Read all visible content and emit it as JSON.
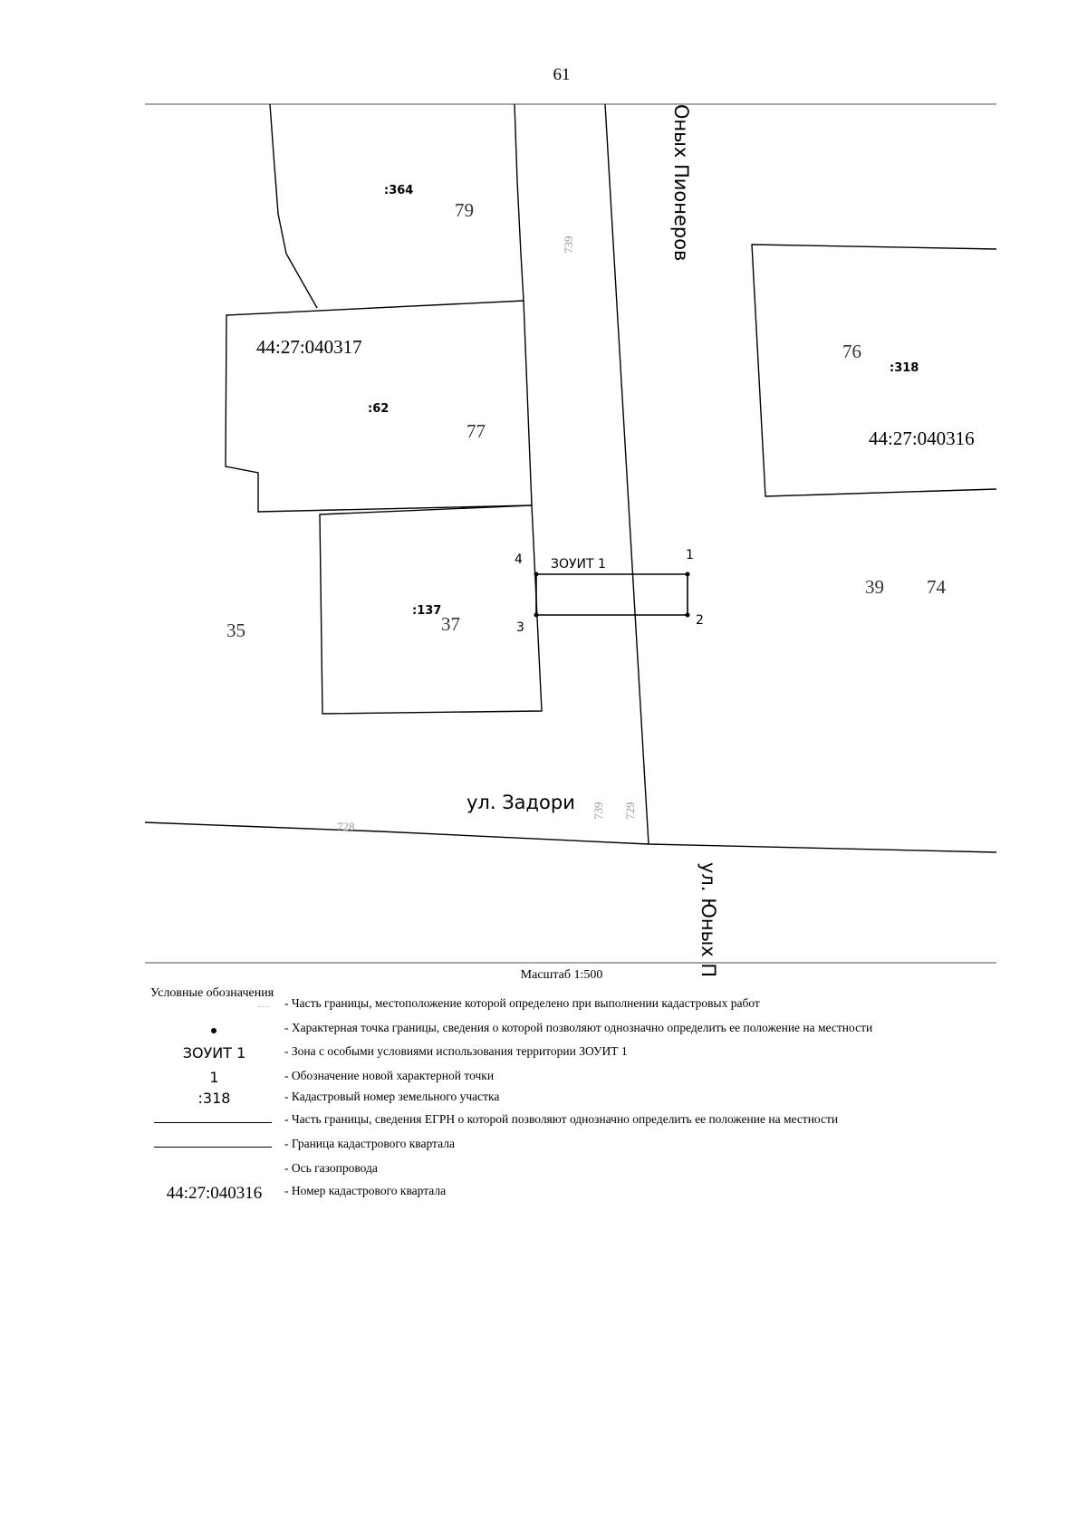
{
  "page": {
    "number": "61"
  },
  "map": {
    "colors": {
      "line": "#000000",
      "background": "#ffffff"
    },
    "streets": {
      "top": "Оных Пионеров",
      "bottom": "ул. Задори",
      "vertical_bottom": "ул. Юных П"
    },
    "quarters": {
      "left": "44:27:040317",
      "right": "44:27:040316"
    },
    "parcels": {
      "p364": {
        "cadastral": ":364",
        "house": "79"
      },
      "p62": {
        "cadastral": ":62",
        "house": "77"
      },
      "p318": {
        "cadastral": ":318",
        "house": "76"
      },
      "p137": {
        "cadastral": ":137",
        "house": "37"
      },
      "house35": "35",
      "house39": "39",
      "house74": "74"
    },
    "zone_label": "ЗОУИТ 1",
    "points": [
      "1",
      "2",
      "3",
      "4"
    ],
    "faint_labels": {
      "road_top": "739",
      "bottom_a": "739",
      "bottom_b": "729",
      "bottom_c": "728"
    }
  },
  "scale": "Масштаб 1:500",
  "legend": {
    "title": "Условные обозначения",
    "items": [
      {
        "symbol": "",
        "symbol_type": "dashed",
        "description": "- Часть границы, местоположение которой определено при выполнении кадастровых работ"
      },
      {
        "symbol": "",
        "symbol_type": "dot",
        "description": "- Характерная точка границы, сведения о которой позволяют однозначно определить ее положение на местности"
      },
      {
        "symbol": "ЗОУИТ 1",
        "symbol_type": "text",
        "description": "- Зона с особыми условиями использования территории ЗОУИТ 1"
      },
      {
        "symbol": "1",
        "symbol_type": "text",
        "description": "- Обозначение новой характерной точки"
      },
      {
        "symbol": ":318",
        "symbol_type": "text",
        "description": "- Кадастровый номер земельного участка"
      },
      {
        "symbol": "",
        "symbol_type": "line",
        "description": "- Часть границы, сведения ЕГРН о которой позволяют однозначно определить ее положение на местности"
      },
      {
        "symbol": "",
        "symbol_type": "line",
        "description": "- Граница кадастрового квартала"
      },
      {
        "symbol": "",
        "symbol_type": "none",
        "description": "- Ось газопровода"
      },
      {
        "symbol": "44:27:040316",
        "symbol_type": "qnum",
        "description": "- Номер кадастрового квартала"
      }
    ]
  }
}
